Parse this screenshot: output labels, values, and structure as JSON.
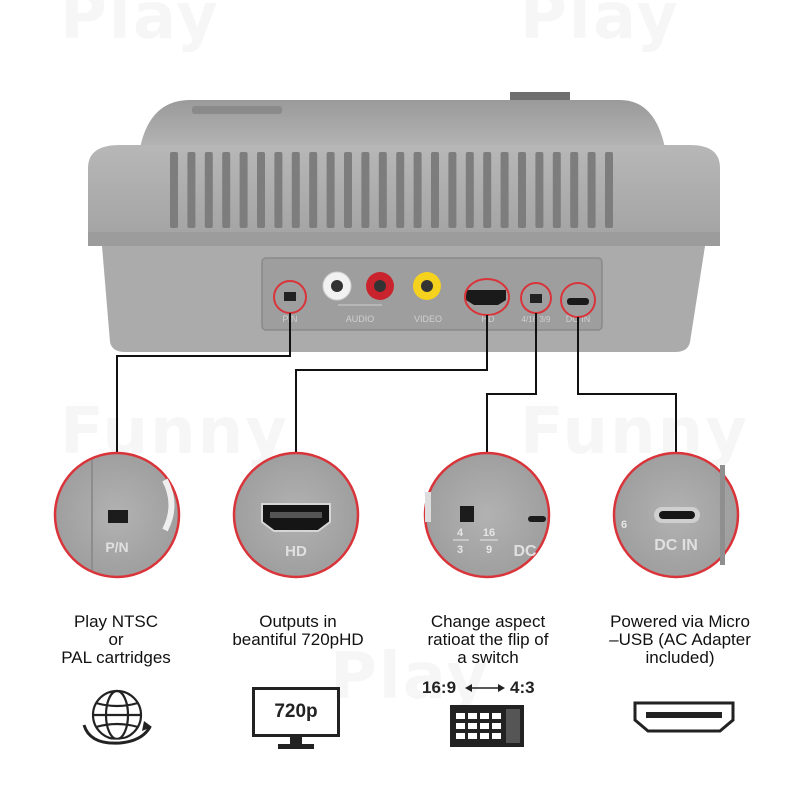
{
  "colors": {
    "console_gray": "#a9a9a9",
    "console_dark": "#8c8c8c",
    "highlight_ring": "#d9343a",
    "leader_line": "#111111"
  },
  "ports_panel": {
    "switch_label": "P/N",
    "audio_label": "AUDIO",
    "video_label": "VIDEO",
    "hd_label": "HD",
    "aspect_label": "4/16 3/9",
    "dc_label": "DC IN"
  },
  "zooms": [
    {
      "id": "pn",
      "label": "P/N",
      "icon": "slide-switch-icon"
    },
    {
      "id": "hd",
      "label": "HD",
      "icon": "hdmi-port-icon"
    },
    {
      "id": "aspect",
      "label_top_left": "4",
      "label_bottom_left": "3",
      "label_top_right": "16",
      "label_bottom_right": "9",
      "label_dc": "DC",
      "icon": "slide-switch-icon"
    },
    {
      "id": "dc",
      "label": "DC IN",
      "label_fragment": "6",
      "icon": "micro-usb-port-icon"
    }
  ],
  "features": [
    {
      "lines": [
        "Play NTSC",
        "or",
        "PAL cartridges"
      ],
      "icon": "globe-arrow-icon"
    },
    {
      "lines": [
        "Outputs in",
        "beantiful 720pHD"
      ],
      "icon": "monitor-icon",
      "icon_text": "720p"
    },
    {
      "lines": [
        "Change aspect",
        "ratioat the flip of",
        "a switch"
      ],
      "icon": "aspect-ratio-icon",
      "ratio_left": "16:9",
      "ratio_right": "4:3"
    },
    {
      "lines": [
        "Powered via Micro",
        "–USB (AC Adapter",
        "included)"
      ],
      "icon": "hdmi-outline-icon"
    }
  ],
  "watermark": {
    "words": [
      "Play",
      "Funny"
    ]
  }
}
